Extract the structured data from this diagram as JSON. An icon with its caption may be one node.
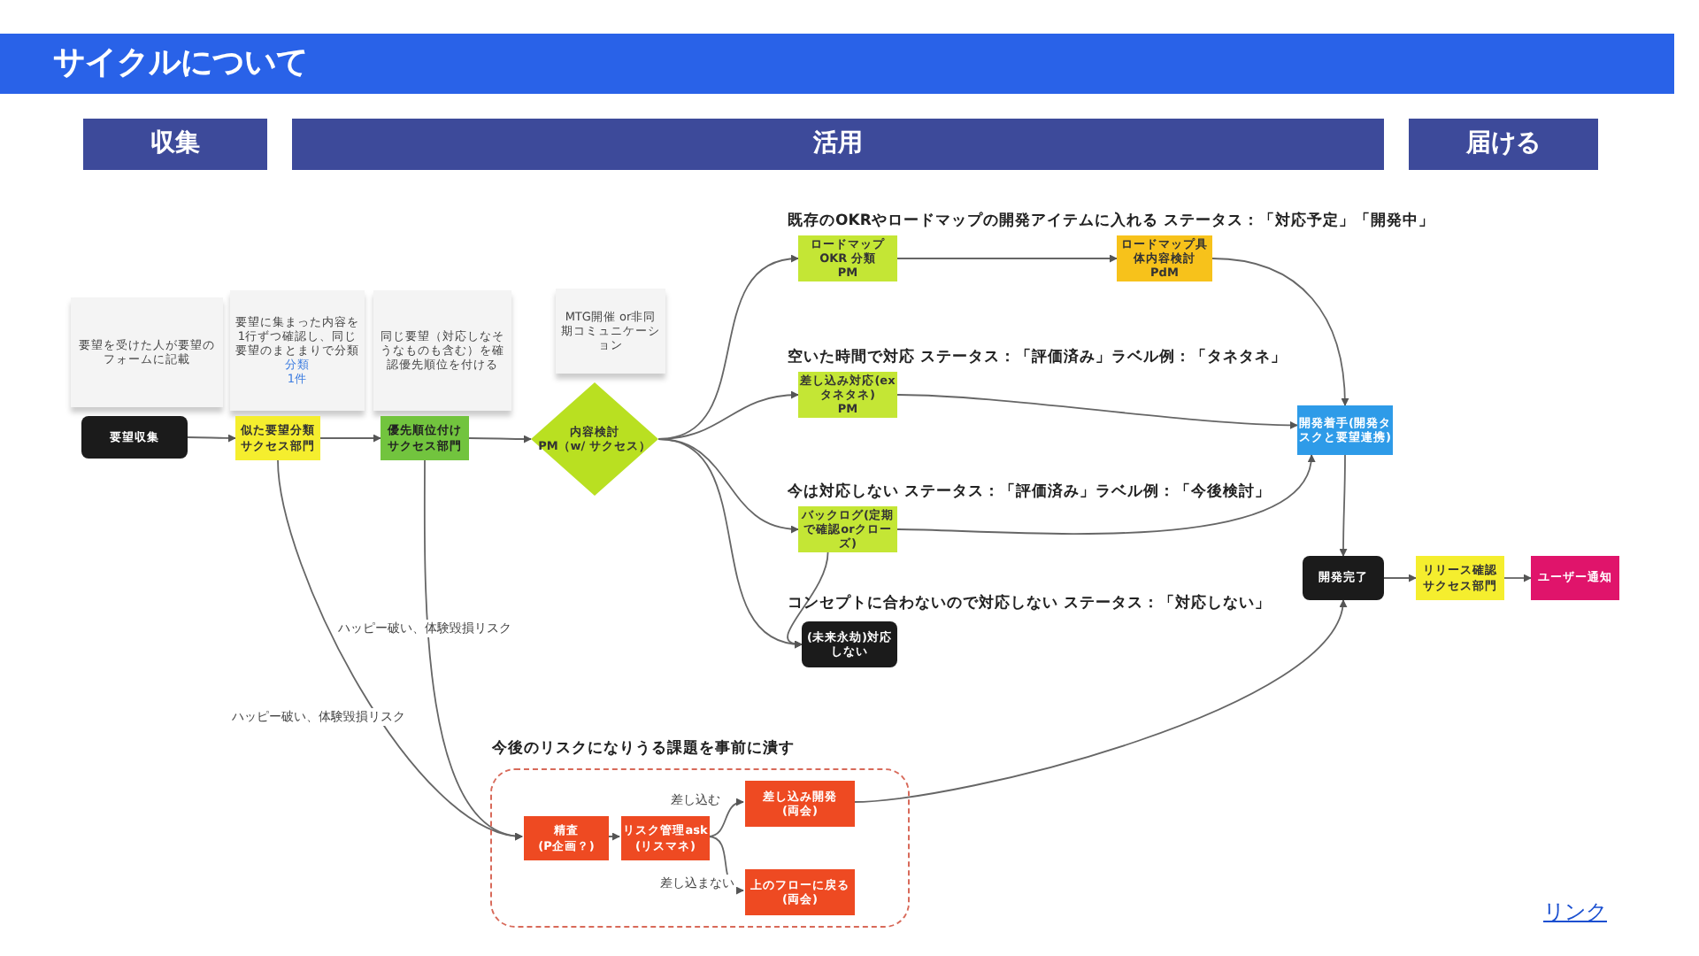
{
  "diagram": {
    "title": "サイクルについて",
    "nodes": [
      {
        "text": [
          "収集"
        ]
      },
      {
        "text": [
          "活用"
        ]
      },
      {
        "text": [
          "届ける"
        ]
      },
      {
        "text": [
          "要望を受けた人が要望のフォームに記載"
        ]
      },
      {
        "text": [
          "要望に集まった内容を1行ずつ確認し、同じ要望のまとまりで分類",
          "分類",
          "1件"
        ]
      },
      {
        "text": [
          "同じ要望（対応しなそうなものも含む）を確認優先順位を付ける"
        ]
      },
      {
        "text": [
          "MTG開催 or非同期コミュニケーション"
        ]
      },
      {
        "text": [
          "要望収集"
        ]
      },
      {
        "text": [
          "似た要望分類",
          "サクセス部門"
        ]
      },
      {
        "text": [
          "優先順位付け",
          "サクセス部門"
        ]
      },
      {
        "text": [
          "内容検討",
          "PM（w/ サクセス）"
        ]
      },
      {
        "text": [
          "ロードマップOKR 分類",
          "PM"
        ]
      },
      {
        "text": [
          "ロードマップ具体内容検討",
          "PdM"
        ]
      },
      {
        "text": [
          "差し込み対応(ex タネタネ)",
          "PM"
        ]
      },
      {
        "text": [
          "バックログ(定期で確認orクローズ)"
        ]
      },
      {
        "text": [
          "(未来永劫)対応しない"
        ]
      },
      {
        "text": [
          "開発着手(開発タスクと要望連携)"
        ]
      },
      {
        "text": [
          "開発完了"
        ]
      },
      {
        "text": [
          "リリース確認",
          "サクセス部門"
        ]
      },
      {
        "text": [
          "ユーザー通知"
        ]
      },
      {
        "text": [
          "今後のリスクになりうる課題を事前に潰す"
        ]
      },
      {
        "text": [
          "精査",
          "(P企画？)"
        ],
        "in": 20
      },
      {
        "text": [
          "リスク管理ask",
          "(リスマネ)"
        ],
        "in": 20
      },
      {
        "text": [
          "差し込み開発",
          "(両会)"
        ],
        "in": 20
      },
      {
        "text": [
          "上のフローに戻る",
          "(両会)"
        ],
        "in": 20
      }
    ],
    "edges": [
      {
        "from": 7,
        "to": 8,
        "arrow": "to"
      },
      {
        "from": 8,
        "to": 9,
        "arrow": "to"
      },
      {
        "from": 9,
        "to": 10,
        "arrow": "to"
      },
      {
        "from": 10,
        "to": 11,
        "arrow": "to"
      },
      {
        "from": 10,
        "to": 13,
        "arrow": "to"
      },
      {
        "from": 10,
        "to": 14,
        "arrow": "to"
      },
      {
        "from": 10,
        "to": 15,
        "arrow": "to"
      },
      {
        "from": 11,
        "to": 12,
        "arrow": "to"
      },
      {
        "from": 12,
        "to": 16,
        "arrow": "to"
      },
      {
        "from": 13,
        "to": 16,
        "arrow": "to"
      },
      {
        "from": 14,
        "to": 16,
        "arrow": "to"
      },
      {
        "from": 14,
        "to": 15,
        "arrow": "to"
      },
      {
        "from": 16,
        "to": 17,
        "arrow": "to"
      },
      {
        "from": 17,
        "to": 18,
        "arrow": "to"
      },
      {
        "from": 18,
        "to": 19,
        "arrow": "to"
      },
      {
        "from": 8,
        "to": 21,
        "label": "ハッピー破い、体験毀損リスク",
        "arrow": "to"
      },
      {
        "from": 9,
        "to": 21,
        "label": "ハッピー破い、体験毀損リスク",
        "arrow": "to"
      },
      {
        "from": 21,
        "to": 22,
        "arrow": "to"
      },
      {
        "from": 22,
        "to": 23,
        "label": "差し込む",
        "arrow": "to"
      },
      {
        "from": 22,
        "to": 24,
        "label": "差し込まない",
        "arrow": "to"
      },
      {
        "from": 23,
        "to": 17,
        "arrow": "to"
      }
    ],
    "labels": [
      "既存のOKRやロードマップの開発アイテムに入れる ステータス：「対応予定」「開発中」",
      "空いた時間で対応 ステータス：「評価済み」ラベル例：「タネタネ」",
      "今は対応しない ステータス：「評価済み」ラベル例：「今後検討」",
      "コンセプトに合わないので対応しない ステータス：「対応しない」",
      "リンク"
    ]
  }
}
